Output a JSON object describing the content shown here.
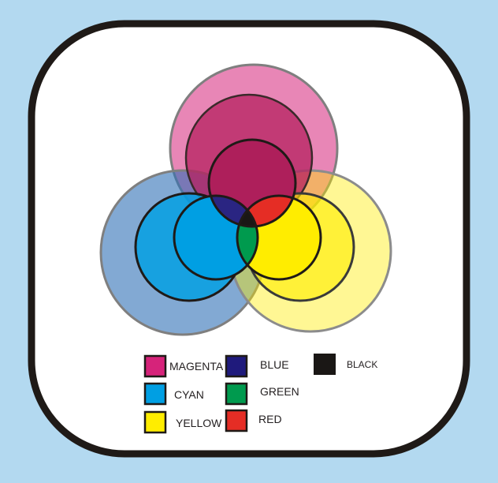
{
  "colors": {
    "background": "#b3d9f0",
    "card": "#ffffff",
    "card_border": "#1f1a17",
    "magenta": "#d6237a",
    "cyan": "#009fe3",
    "yellow": "#ffed00",
    "blue": "#1f1a7c",
    "green": "#009a4e",
    "red": "#e52d25",
    "black": "#1a1715"
  },
  "legend": {
    "magenta": "MAGENTA",
    "cyan": "CYAN",
    "yellow": "YELLOW",
    "blue": "BLUE",
    "green": "GREEN",
    "red": "RED",
    "black": "BLACK"
  }
}
